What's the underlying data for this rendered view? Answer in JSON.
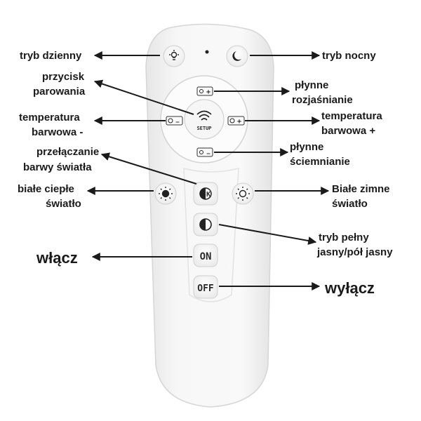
{
  "labels": {
    "tryb_dzienny": "tryb dzienny",
    "tryb_nocny": "tryb nocny",
    "przycisk": "przycisk",
    "parowania": "parowania",
    "plynne1": "płynne",
    "rozjasnianie": "rozjaśnianie",
    "temp_minus_1": "temperatura",
    "temp_minus_2": "barwowa -",
    "temp_plus_1": "temperatura",
    "temp_plus_2": "barwowa +",
    "przelaczanie": "przełączanie",
    "barwy": "barwy światła",
    "plynne2": "płynne",
    "sciemnianie": "ściemnianie",
    "biale_cieple_1": "białe ciepłe",
    "biale_cieple_2": "światło",
    "biale_zimne_1": "Białe zimne",
    "biale_zimne_2": "światło",
    "tryb_pelny_1": "tryb pełny",
    "tryb_pelny_2": "jasny/pół jasny",
    "wlacz": "włącz",
    "wylacz": "wyłącz"
  },
  "buttons": {
    "setup": "SETUP",
    "on": "ON",
    "off": "OFF",
    "plus": "+",
    "minus": "—",
    "k": "K"
  },
  "icons": {
    "day": "day-lamp-icon",
    "night": "moon-star-icon",
    "wifi": "wifi-icon",
    "sun_warm": "sun-warm-icon",
    "sun_cold": "sun-cold-icon",
    "half": "half-circle-icon"
  },
  "colors": {
    "remote_body": "#f4f4f4",
    "button": "#fbfbfb",
    "text": "#1a1a1a"
  }
}
